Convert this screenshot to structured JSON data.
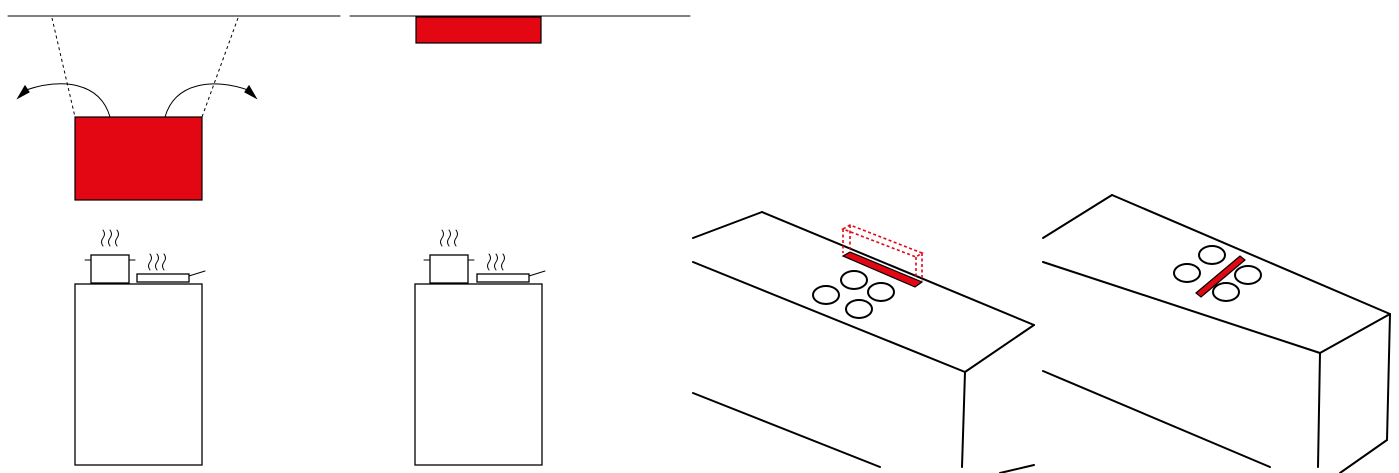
{
  "colors": {
    "accent": "#e30613",
    "line": "#000000",
    "background": "#ffffff"
  },
  "panels": [
    {
      "id": "front-view-hood",
      "icon": "wall-mounted-hood-icon"
    },
    {
      "id": "front-view-recessed",
      "icon": "ceiling-recessed-unit-icon"
    },
    {
      "id": "cooktop-perspective-retracted",
      "icon": "cooktop-with-retractable-vent-icon"
    },
    {
      "id": "cooktop-perspective-integrated",
      "icon": "cooktop-with-integrated-vent-icon"
    }
  ]
}
